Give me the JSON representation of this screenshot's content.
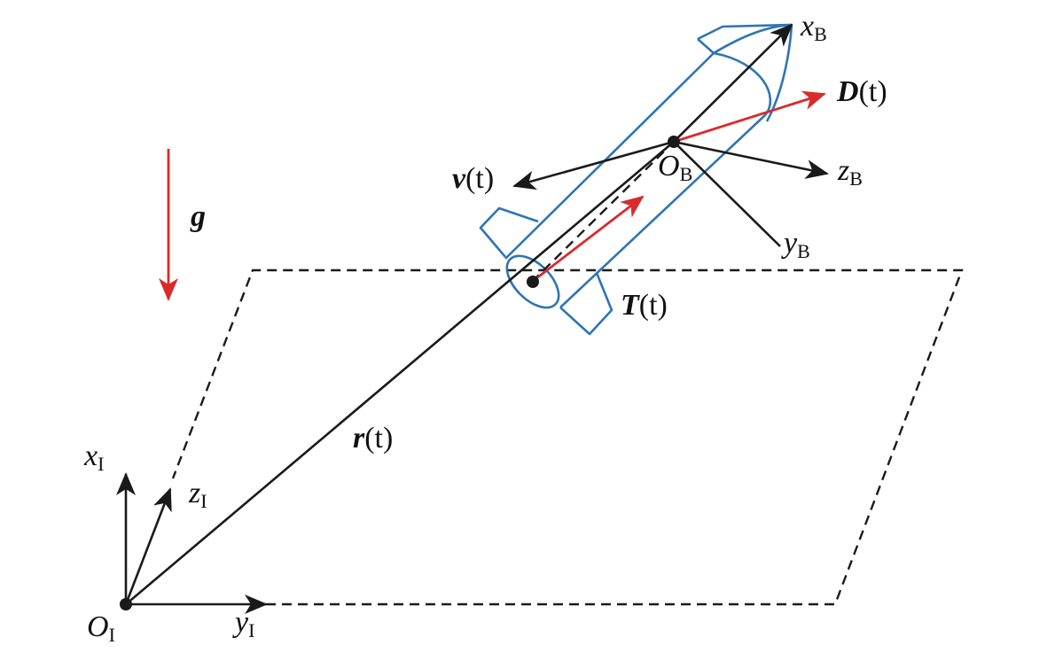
{
  "labels": {
    "x_B": {
      "main": "x",
      "sub": "B"
    },
    "y_B": {
      "main": "y",
      "sub": "B"
    },
    "z_B": {
      "main": "z",
      "sub": "B"
    },
    "O_B": {
      "main": "O",
      "sub": "B"
    },
    "x_I": {
      "main": "x",
      "sub": "I"
    },
    "y_I": {
      "main": "y",
      "sub": "I"
    },
    "z_I": {
      "main": "z",
      "sub": "I"
    },
    "O_I": {
      "main": "O",
      "sub": "I"
    },
    "drag": {
      "sym": "D",
      "arg": "(t)"
    },
    "velocity": {
      "sym": "v",
      "arg": "(t)"
    },
    "thrust": {
      "sym": "T",
      "arg": "(t)"
    },
    "position": {
      "sym": "r",
      "arg": "(t)"
    },
    "gravity": "g"
  },
  "colors": {
    "force": "#d92b2b",
    "rocket": "#2f74b5",
    "axes": "#1a1a1a"
  }
}
